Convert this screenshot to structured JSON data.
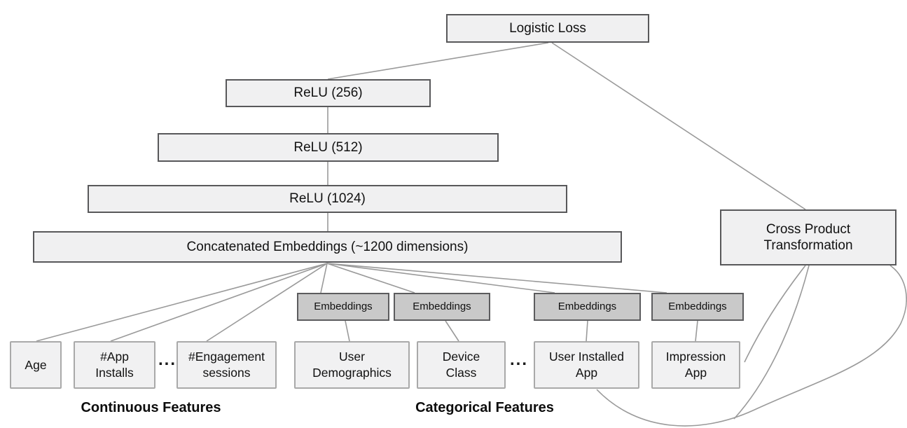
{
  "nodes": {
    "logistic_loss": "Logistic Loss",
    "relu_256": "ReLU (256)",
    "relu_512": "ReLU (512)",
    "relu_1024": "ReLU (1024)",
    "concatenated_embeddings": "Concatenated Embeddings (~1200 dimensions)",
    "cross_product_transformation": "Cross Product\nTransformation",
    "embeddings_1": "Embeddings",
    "embeddings_2": "Embeddings",
    "embeddings_3": "Embeddings",
    "embeddings_4": "Embeddings",
    "age": "Age",
    "app_installs": "#App\nInstalls",
    "engagement_sessions": "#Engagement\nsessions",
    "user_demographics": "User\nDemographics",
    "device_class": "Device\nClass",
    "user_installed_app": "User Installed\nApp",
    "impression_app": "Impression\nApp"
  },
  "ellipsis": {
    "continuous": "...",
    "categorical": "..."
  },
  "section_labels": {
    "continuous": "Continuous Features",
    "categorical": "Categorical Features"
  },
  "colors": {
    "box_fill": "#f0f0f1",
    "box_border": "#58585a",
    "embedding_fill": "#c9c9c9",
    "feature_border": "#a9a9a9",
    "line": "#9a9a9a",
    "text": "#111111"
  }
}
